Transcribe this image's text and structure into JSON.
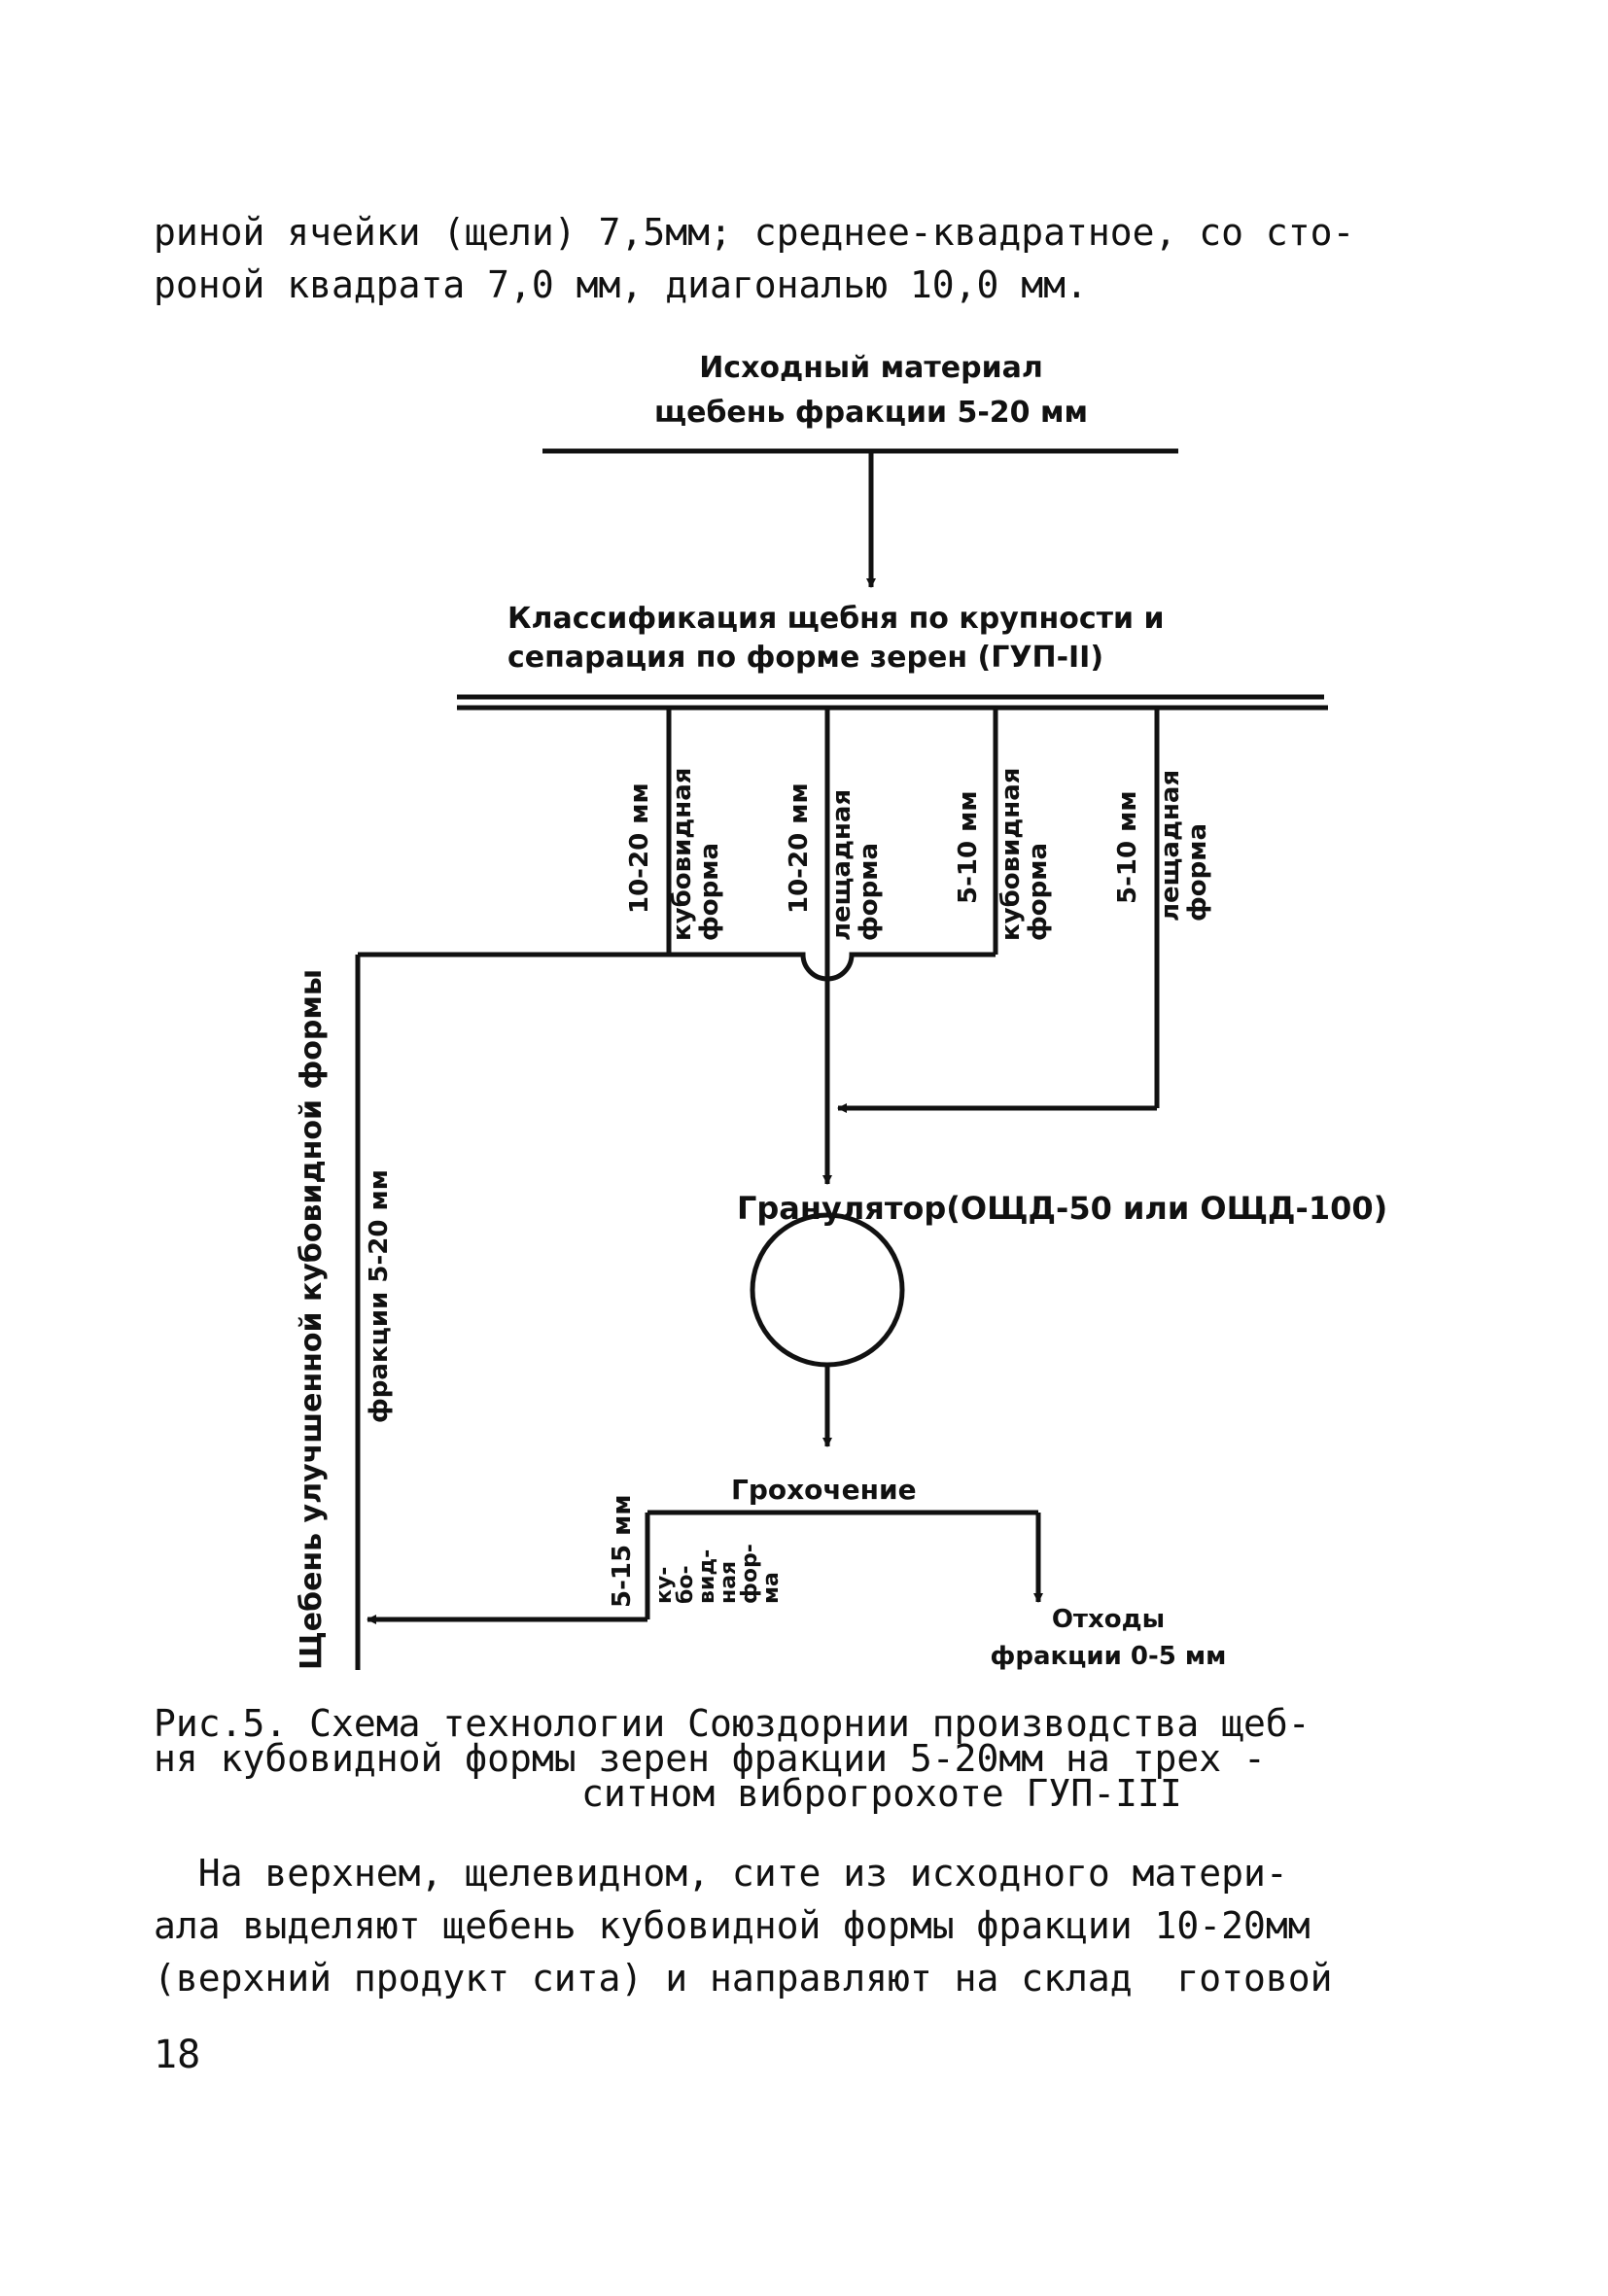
{
  "intro": {
    "lines": [
      "риной ячейки (щели) 7,5мм; среднее-квадратное, со сто-",
      "роной квадрата 7,0 мм, диагональю 10,0 мм."
    ]
  },
  "diagram": {
    "source_line1": "Исходный материал",
    "source_line2": "щебень фракции 5-20 мм",
    "classification_line1": "Классификация щебня по крупности и",
    "classification_line2": "сепарация по форме зерен (ГУП-II)",
    "branch1_size": "10-20 мм",
    "branch1_shape_a": "кубовидная",
    "branch1_shape_b": "форма",
    "branch2_size": "10-20 мм",
    "branch2_shape_a": "лещадная",
    "branch2_shape_b": "форма",
    "branch3_size": "5-10 мм",
    "branch3_shape_a": "кубовидная",
    "branch3_shape_b": "форма",
    "branch4_size": "5-10 мм",
    "branch4_shape_a": "лещадная",
    "branch4_shape_b": "форма",
    "product_label_line1": "Щебень улучшенной кубовидной формы",
    "product_label_line2": "фракции 5-20 мм",
    "granulator": "Гранулятор(ОЩД-50 или ОЩД-100)",
    "screening": "Грохочение",
    "return_size": "5-15 мм",
    "return_shape_a": "ку-",
    "return_shape_b": "бо-",
    "return_shape_c": "вид-",
    "return_shape_d": "ная",
    "return_shape_e": "фор-",
    "return_shape_f": "ма",
    "waste_line1": "Отходы",
    "waste_line2": "фракции 0-5 мм"
  },
  "caption": {
    "line1": "Рис.5. Схема технологии Союздорнии производства щеб-",
    "line2": "ня  кубовидной формы зерен фракции 5-20мм на трех  -",
    "line3": "ситном виброгрохоте ГУП-III"
  },
  "body": {
    "lines": [
      "  На верхнем, щелевидном, сите из исходного матери-",
      "ала выделяют щебень кубовидной формы фракции 10-20мм",
      "(верхний продукт сита) и направляют на склад  готовой"
    ]
  },
  "page_number": "18"
}
